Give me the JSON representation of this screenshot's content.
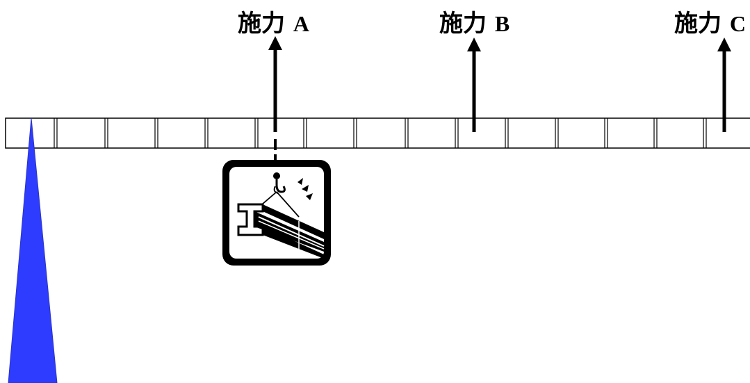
{
  "forces": [
    {
      "prefix": "施力",
      "letter": "A"
    },
    {
      "prefix": "施力",
      "letter": "B"
    },
    {
      "prefix": "施力",
      "letter": "C"
    }
  ],
  "colors": {
    "fulcrum": "#2e3cff",
    "ink": "#000000",
    "background": "#ffffff"
  },
  "icons": {
    "crane_load": "crane-hook-steel-beam-icon",
    "fulcrum": "fulcrum-triangle"
  }
}
